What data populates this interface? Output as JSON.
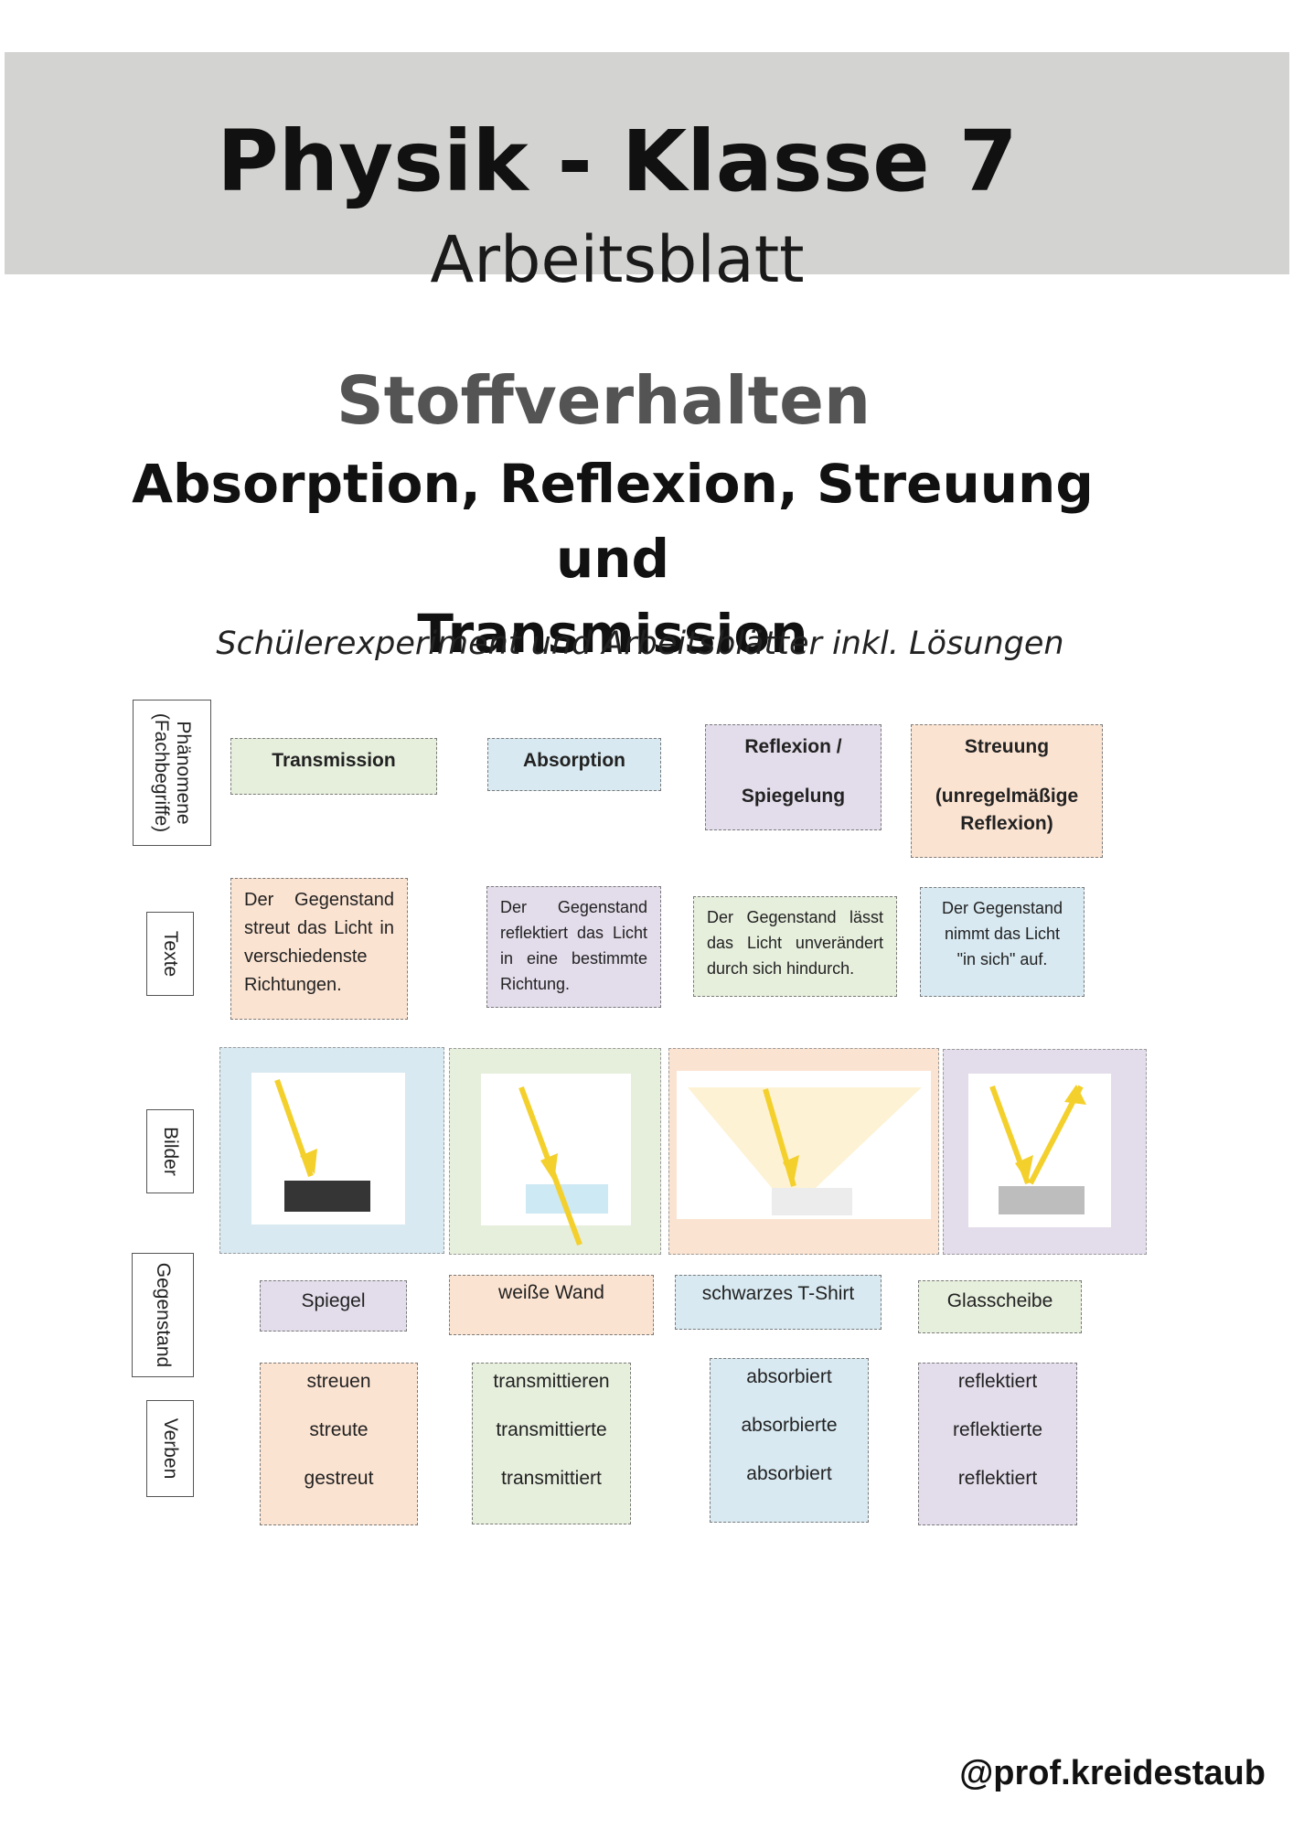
{
  "header": {
    "title": "Physik - Klasse 7",
    "subtitle": "Arbeitsblatt"
  },
  "topic": {
    "title": "Stoffverhalten",
    "subtitle_line1": "Absorption, Reflexion, Streuung und",
    "subtitle_line2": "Transmission",
    "lead": "Schülerexperiment und Arbeitsblätter inkl. Lösungen"
  },
  "row_labels": {
    "phenomena_line1": "Phänomene",
    "phenomena_line2": "(Fachbegriffe)",
    "texts": "Texte",
    "images": "Bilder",
    "objects": "Gegenstand",
    "verbs": "Verben"
  },
  "phenomena": [
    {
      "lines": [
        "Transmission"
      ],
      "color": "#e6eedc"
    },
    {
      "lines": [
        "Absorption"
      ],
      "color": "#d8e9f1"
    },
    {
      "lines": [
        "Reflexion /",
        "Spiegelung"
      ],
      "color": "#e3dcea"
    },
    {
      "lines": [
        "Streuung",
        "(unregelmäßige",
        "Reflexion)"
      ],
      "color": "#fbe3d1"
    }
  ],
  "texts": [
    "Der Gegenstand streut das Licht in verschiedenste Richtungen.",
    "Der Gegenstand reflektiert das Licht in eine bestimmte Richtung.",
    "Der Gegenstand lässt das Licht unverändert durch sich hindurch.",
    "Der Gegenstand nimmt das Licht \"in sich\" auf."
  ],
  "images": [
    {
      "kind": "absorption",
      "frame_color": "#d8e9f1",
      "surface_color": "#353535"
    },
    {
      "kind": "transmission",
      "frame_color": "#e6eedc",
      "surface_color": "#cde9f4"
    },
    {
      "kind": "scattering",
      "frame_color": "#fbe3d1",
      "surface_color": "#ececec"
    },
    {
      "kind": "reflection",
      "frame_color": "#e3dcea",
      "surface_color": "#bdbdbd"
    }
  ],
  "ray_color": "#f4d02c",
  "objects": [
    "Spiegel",
    "weiße Wand",
    "schwarzes T-Shirt",
    "Glasscheibe"
  ],
  "verbs": [
    [
      "streuen",
      "streute",
      "gestreut"
    ],
    [
      "transmittieren",
      "transmittierte",
      "transmittiert"
    ],
    [
      "absorbiert",
      "absorbierte",
      "absorbiert"
    ],
    [
      "reflektiert",
      "reflektierte",
      "reflektiert"
    ]
  ],
  "footer": {
    "handle": "@prof.kreidestaub"
  }
}
